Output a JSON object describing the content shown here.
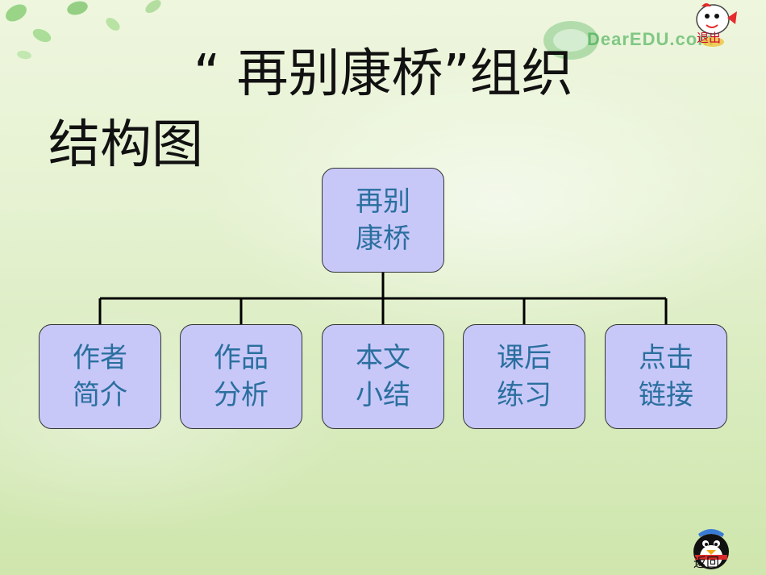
{
  "title": {
    "line1": "“ 再别康桥”组织",
    "line2": "结构图"
  },
  "watermark": {
    "text": "DearEDU.com"
  },
  "diagram": {
    "root": {
      "line1": "再别",
      "line2": "康桥"
    },
    "children": [
      {
        "line1": "作者",
        "line2": "简介"
      },
      {
        "line1": "作品",
        "line2": "分析"
      },
      {
        "line1": "本文",
        "line2": "小结"
      },
      {
        "line1": "课后",
        "line2": "练习"
      },
      {
        "line1": "点击",
        "line2": "链接"
      }
    ]
  },
  "nav": {
    "exit_label": "退出",
    "back_label": "返回"
  },
  "colors": {
    "box_fill": "#c8c8f8",
    "box_text": "#2a6f9f",
    "exit_text": "#d0002a"
  }
}
